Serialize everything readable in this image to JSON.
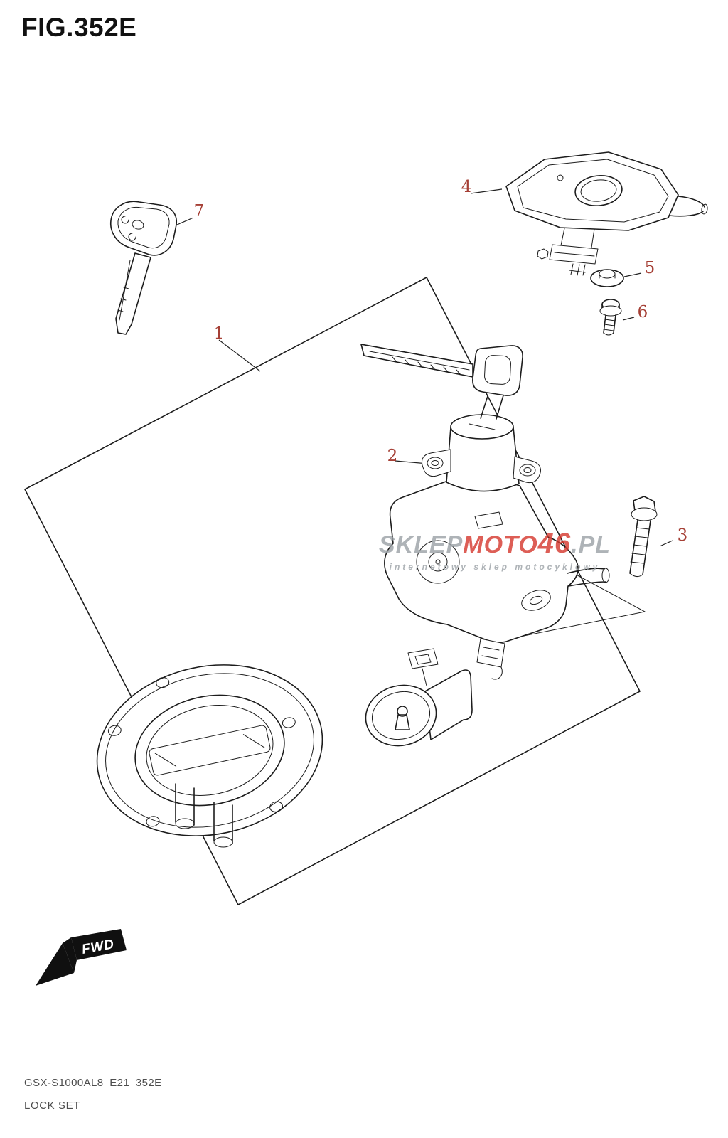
{
  "colors": {
    "line": "#1c1c1c",
    "accent": "#a53f35",
    "footer": "#4d4d4d",
    "watermark-gray": "#9ba1a6",
    "watermark-red": "#d5372c"
  },
  "figure": {
    "title": "FIG.352E",
    "code": "GSX-S1000AL8_E21_352E",
    "name": "LOCK SET"
  },
  "callouts": {
    "c1": {
      "label": "1",
      "part": "lock-set-kit-outline"
    },
    "c2": {
      "label": "2",
      "part": "ignition-switch-assembly"
    },
    "c3": {
      "label": "3",
      "part": "flange-bolt"
    },
    "c4": {
      "label": "4",
      "part": "handlebar-switch-housing"
    },
    "c5": {
      "label": "5",
      "part": "washer"
    },
    "c6": {
      "label": "6",
      "part": "screw"
    },
    "c7": {
      "label": "7",
      "part": "blank-key"
    }
  },
  "watermark": {
    "segment1": "SKLEP",
    "segment2": "MOTO",
    "segment3": "46",
    "segment4": ".PL",
    "subtitle": "internetowy sklep motocyklowy"
  },
  "fwd": {
    "label": "FWD"
  }
}
